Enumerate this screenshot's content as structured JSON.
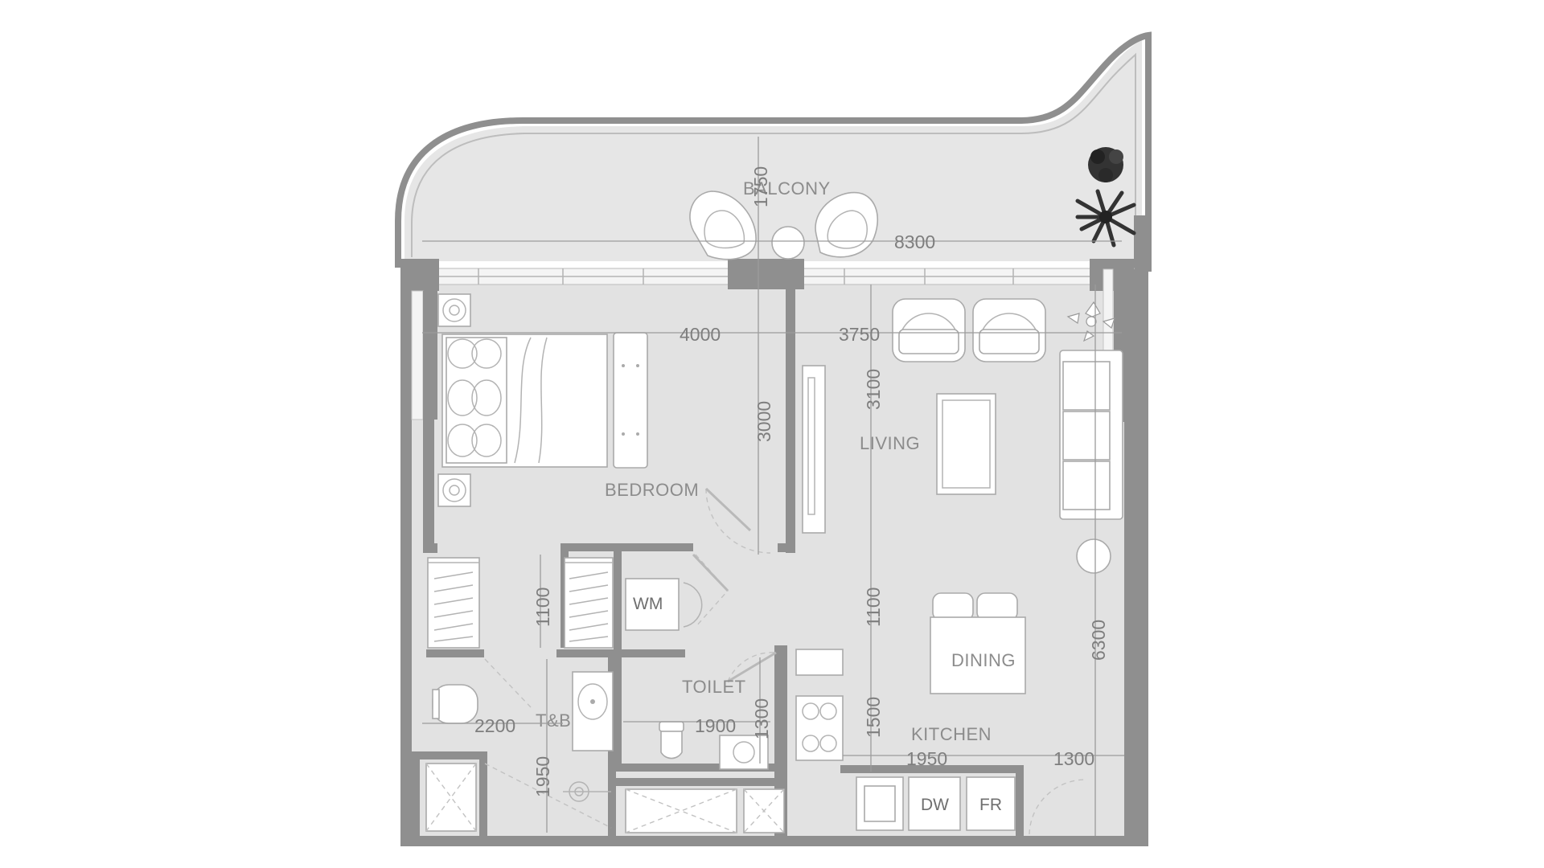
{
  "rooms": {
    "balcony": "BALCONY",
    "bedroom": "BEDROOM",
    "living": "LIVING",
    "dining": "DINING",
    "kitchen": "KITCHEN",
    "toilet": "TOILET",
    "tb": "T&B"
  },
  "appliances": {
    "wm": "WM",
    "dw": "DW",
    "fr": "FR"
  },
  "dimensions": {
    "balcony_depth": "1750",
    "balcony_width": "8300",
    "bedroom_width": "4000",
    "living_width": "3750",
    "bedroom_depth": "3000",
    "living_depth": "3100",
    "wardrobe_depth": "1100",
    "corridor_depth": "1100",
    "kitchen_depth": "1500",
    "unit_depth": "6300",
    "tb_width": "2200",
    "tb_depth": "1950",
    "toilet_width": "1900",
    "toilet_depth": "1300",
    "kitchen_width": "1950",
    "entry_width": "1300"
  },
  "colors": {
    "floor": "#e4e4e4",
    "wall": "#8f8f8f",
    "fixture": "#ffffff",
    "label": "#8c8c8c"
  }
}
